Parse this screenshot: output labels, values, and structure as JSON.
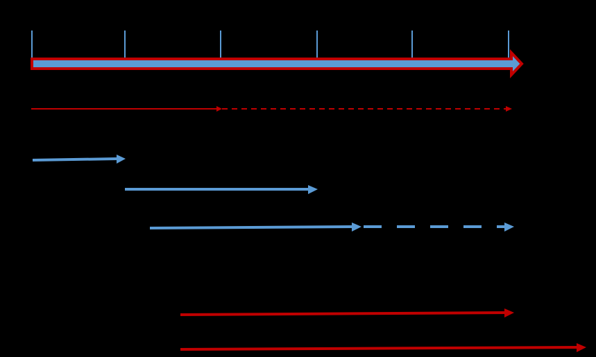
{
  "colors": {
    "background": "#000000",
    "red": "#C00000",
    "blue": "#5B9BD5"
  },
  "timeline": {
    "tick_count": 6
  },
  "arrows": [
    {
      "name": "red-thin-arrow-solid",
      "color": "red",
      "style": "solid"
    },
    {
      "name": "red-thin-arrow-dashed",
      "color": "red",
      "style": "dashed"
    },
    {
      "name": "blue-arrow-short",
      "color": "blue",
      "style": "solid"
    },
    {
      "name": "blue-arrow-medium",
      "color": "blue",
      "style": "solid"
    },
    {
      "name": "blue-arrow-long-solid",
      "color": "blue",
      "style": "solid"
    },
    {
      "name": "blue-arrow-long-dashed",
      "color": "blue",
      "style": "dashed"
    },
    {
      "name": "red-arrow-upper",
      "color": "red",
      "style": "solid"
    },
    {
      "name": "red-arrow-lower",
      "color": "red",
      "style": "solid"
    }
  ]
}
